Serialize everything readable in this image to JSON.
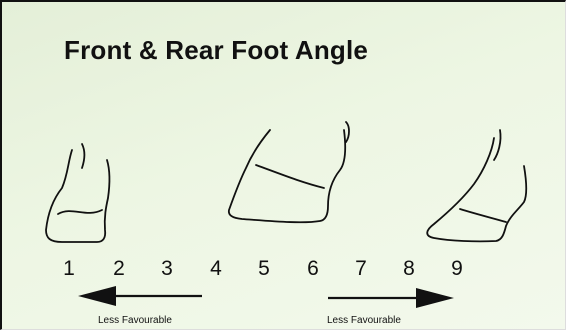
{
  "title": "Front & Rear Foot Angle",
  "scale": [
    "1",
    "2",
    "3",
    "4",
    "5",
    "6",
    "7",
    "8",
    "9"
  ],
  "left_arrow_label": "Less Favourable",
  "right_arrow_label": "Less Favourable"
}
